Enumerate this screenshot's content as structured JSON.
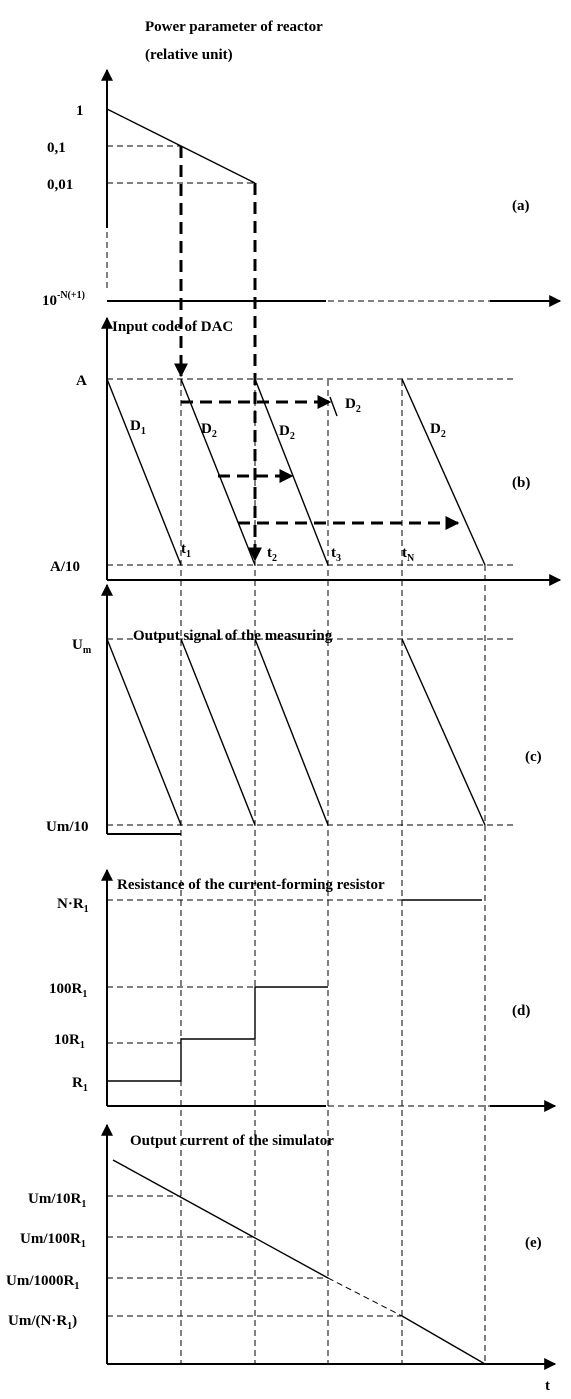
{
  "panel_a": {
    "title_line1": "Power parameter  of reactor",
    "title_line2": "(relative unit)",
    "tick_1": "1",
    "tick_01": "0,1",
    "tick_001": "0,01",
    "tick_min_base": "10",
    "tick_min_exp": "-N(+1)",
    "tag": "(a)"
  },
  "panel_b": {
    "title": "Input code of DAC",
    "tick_A": "A",
    "tick_A10": "A/10",
    "D": "D",
    "sub_1": "1",
    "sub_2": "2",
    "t": "t",
    "sub_3": "3",
    "sub_N": "N",
    "tag": "(b)"
  },
  "panel_c": {
    "title": "Output signal of the measuring",
    "tick_U": "U",
    "tick_U_sub": "m",
    "tick_Um10": "Um/10",
    "tag": "(c)"
  },
  "panel_d": {
    "title": "Resistance of the current-forming resistor",
    "tick_NR_main": "N·R",
    "tick_100R_main": "100R",
    "tick_10R_main": "10R",
    "tick_R_main": "R",
    "sub_1": "1",
    "tag": "(d)"
  },
  "panel_e": {
    "title": "Output current of the simulator",
    "tick_1_main": "Um/10R",
    "tick_2_main": "Um/100R",
    "tick_3_main": "Um/1000R",
    "tick_4_pre": "Um/(N·R",
    "tick_4_post": ")",
    "sub_1": "1",
    "tag": "(e)",
    "axis_t": "t"
  }
}
